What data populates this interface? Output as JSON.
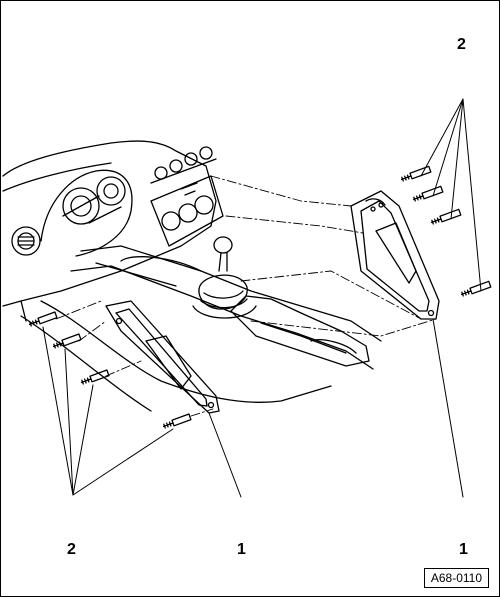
{
  "callouts": {
    "top_right": "2",
    "bottom_left": "2",
    "bottom_center": "1",
    "bottom_right": "1"
  },
  "reference_code": "A68-0110",
  "colors": {
    "line": "#000000",
    "background": "#ffffff"
  }
}
